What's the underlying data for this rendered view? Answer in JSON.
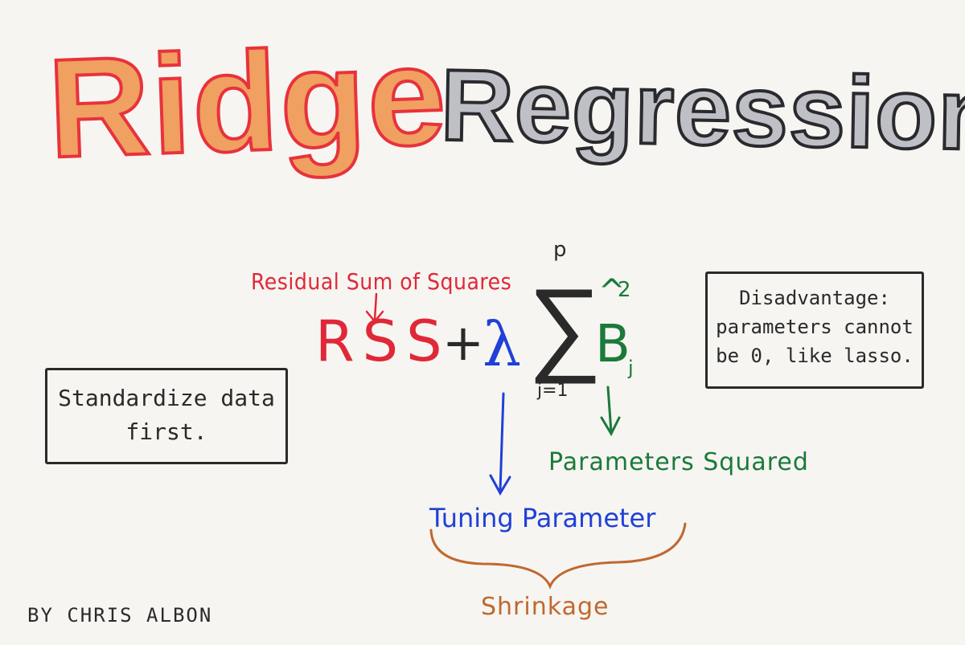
{
  "title": {
    "word1": "Ridge",
    "word2": "Regression"
  },
  "formula": {
    "rss_label": "Residual Sum of Squares",
    "rss": "RSS",
    "plus": "+",
    "lambda": "λ",
    "sigma": "∑",
    "sum_upper": "p",
    "sum_lower": "j=1",
    "beta": "B",
    "beta_hat": "^",
    "beta_subscript": "j",
    "beta_exponent": "2"
  },
  "labels": {
    "parameters_squared": "Parameters Squared",
    "tuning_parameter": "Tuning Parameter",
    "shrinkage": "Shrinkage"
  },
  "notes": {
    "standardize": [
      "Standardize data",
      "first."
    ],
    "disadvantage": [
      "Disadvantage:",
      "parameters cannot",
      "be 0, like lasso."
    ]
  },
  "author": "BY CHRIS ALBON",
  "colors": {
    "ridge_fill": "#f0a060",
    "ridge_outline": "#e8323c",
    "regression_fill": "#bfc0c6",
    "regression_outline": "#2a2a2e",
    "rss_red": "#e02838",
    "lambda_blue": "#2040d8",
    "beta_green": "#1a7a3a",
    "shrinkage_brown": "#c06830",
    "ink_black": "#2a2a2a",
    "paper": "#f6f5f1"
  }
}
